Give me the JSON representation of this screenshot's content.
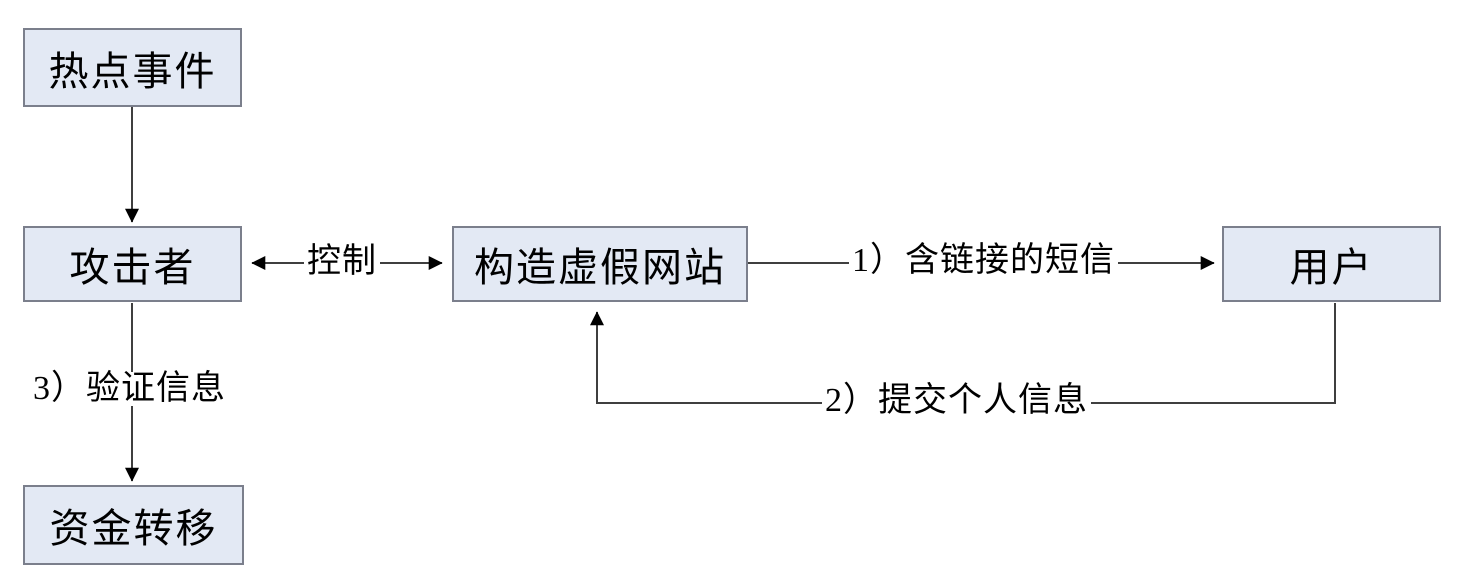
{
  "diagram": {
    "type": "flow-diagram",
    "title": "",
    "background_color": "#ffffff",
    "node_fill_color": "#e3e9f4",
    "node_border_color": "#7b7f8c",
    "edge_color": "#595959",
    "text_color": "#000000",
    "nodes": [
      {
        "id": "hot-event",
        "label": "热点事件"
      },
      {
        "id": "attacker",
        "label": "攻击者"
      },
      {
        "id": "fake-website",
        "label": "构造虚假网站"
      },
      {
        "id": "user",
        "label": "用户"
      },
      {
        "id": "money-transfer",
        "label": "资金转移"
      }
    ],
    "edges": [
      {
        "id": "hot-to-attacker",
        "from": "hot-event",
        "to": "attacker",
        "label": "",
        "arrow": "single"
      },
      {
        "id": "attacker-to-fake",
        "from": "attacker",
        "to": "fake-website",
        "label": "控制",
        "arrow": "double"
      },
      {
        "id": "fake-to-user",
        "from": "fake-website",
        "to": "user",
        "label": "1）含链接的短信",
        "arrow": "single"
      },
      {
        "id": "user-to-fake",
        "from": "user",
        "to": "fake-website",
        "label": "2）提交个人信息",
        "arrow": "single"
      },
      {
        "id": "attacker-to-money",
        "from": "attacker",
        "to": "money-transfer",
        "label": "3）验证信息",
        "arrow": "single"
      }
    ]
  }
}
